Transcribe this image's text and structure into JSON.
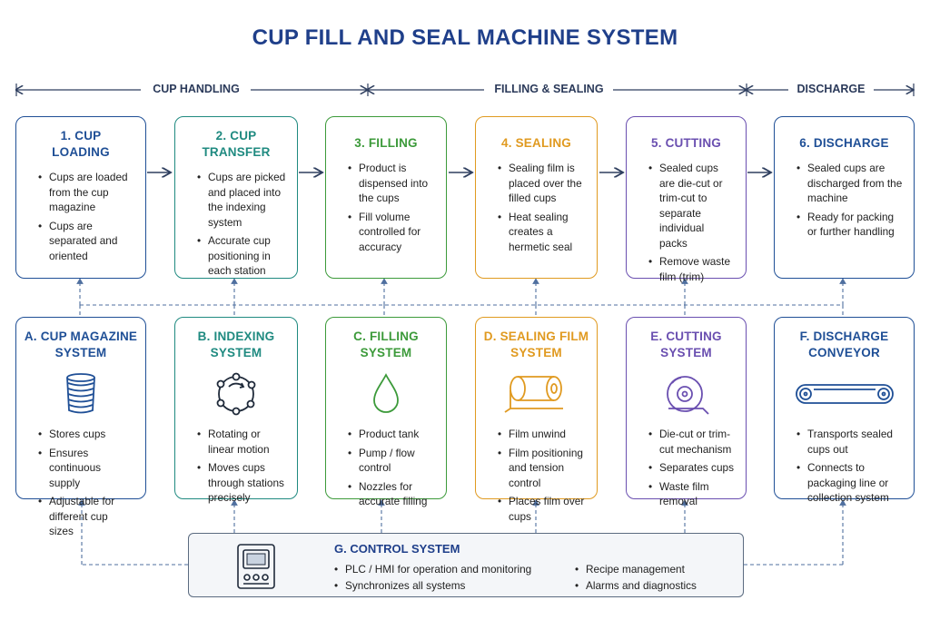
{
  "title": "CUP FILL AND SEAL MACHINE SYSTEM",
  "sections": [
    "CUP HANDLING",
    "FILLING & SEALING",
    "DISCHARGE"
  ],
  "colors": {
    "blue": "#1f4f96",
    "teal": "#1f8a80",
    "green": "#3c9a3a",
    "orange": "#e09a20",
    "purple": "#6a4fb0",
    "navy": "#1f4f96",
    "arrow": "#2f3f5f",
    "dashed": "#4f6f9f"
  },
  "stages": [
    {
      "title_line1": "1. CUP",
      "title_line2": "LOADING",
      "bullets": [
        "Cups are loaded from the cup magazine",
        "Cups are separated and oriented"
      ]
    },
    {
      "title_line1": "2. CUP",
      "title_line2": "TRANSFER",
      "bullets": [
        "Cups are picked and placed into the indexing system",
        "Accurate cup positioning in each station"
      ]
    },
    {
      "title_line1": "3. FILLING",
      "title_line2": "",
      "bullets": [
        "Product is dispensed into the cups",
        "Fill volume controlled for accuracy"
      ]
    },
    {
      "title_line1": "4. SEALING",
      "title_line2": "",
      "bullets": [
        "Sealing film is placed over the filled cups",
        "Heat sealing creates a hermetic seal"
      ]
    },
    {
      "title_line1": "5. CUTTING",
      "title_line2": "",
      "bullets": [
        "Sealed cups are die-cut or trim-cut to separate individual packs",
        "Remove waste film (trim)"
      ]
    },
    {
      "title_line1": "6. DISCHARGE",
      "title_line2": "",
      "bullets": [
        "Sealed cups are discharged from the machine",
        "Ready for packing or further handling"
      ]
    }
  ],
  "systems": [
    {
      "title_line1": "A. CUP MAGAZINE",
      "title_line2": "SYSTEM",
      "icon": "cup-stack-icon",
      "bullets": [
        "Stores cups",
        "Ensures continuous supply",
        "Adjustable for different cup sizes"
      ]
    },
    {
      "title_line1": "B. INDEXING",
      "title_line2": "SYSTEM",
      "icon": "rotary-indexer-icon",
      "bullets": [
        "Rotating or linear motion",
        "Moves cups through stations precisely"
      ]
    },
    {
      "title_line1": "C. FILLING",
      "title_line2": "SYSTEM",
      "icon": "droplet-icon",
      "bullets": [
        "Product tank",
        "Pump / flow control",
        "Nozzles for accurate filling"
      ]
    },
    {
      "title_line1": "D. SEALING FILM",
      "title_line2": "SYSTEM",
      "icon": "film-roll-icon",
      "bullets": [
        "Film unwind",
        "Film positioning and tension control",
        "Places film over cups"
      ]
    },
    {
      "title_line1": "E. CUTTING",
      "title_line2": "SYSTEM",
      "icon": "cutting-blade-icon",
      "bullets": [
        "Die-cut or trim-cut mechanism",
        "Separates cups",
        "Waste film removal"
      ]
    },
    {
      "title_line1": "F. DISCHARGE",
      "title_line2": "CONVEYOR",
      "icon": "conveyor-belt-icon",
      "bullets": [
        "Transports sealed cups out",
        "Connects to packaging line or collection system"
      ]
    }
  ],
  "control": {
    "title": "G. CONTROL SYSTEM",
    "icon": "control-panel-icon",
    "left_bullets": [
      "PLC / HMI for operation and monitoring",
      "Synchronizes all systems"
    ],
    "right_bullets": [
      "Recipe management",
      "Alarms and diagnostics"
    ]
  }
}
